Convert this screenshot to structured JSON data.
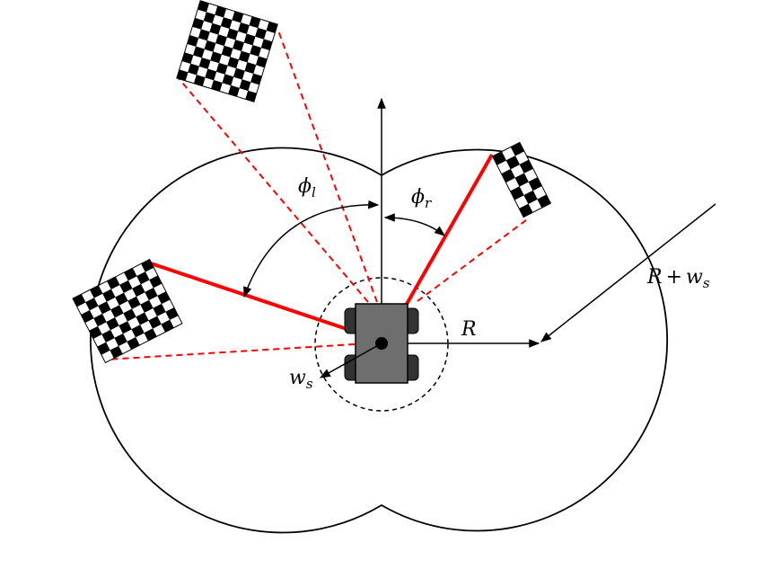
{
  "labels": {
    "phi_left": {
      "base": "ϕ",
      "sub": "l"
    },
    "phi_right": {
      "base": "ϕ",
      "sub": "r"
    },
    "radius": "R",
    "radius_plus": {
      "base": "R",
      "op": "+",
      "w": "w",
      "sub": "s"
    },
    "wheel_offset": {
      "base": "w",
      "sub": "s"
    }
  },
  "colors": {
    "line": "#000000",
    "highlight": "#ff0000",
    "robot_body": "#6e6e6e",
    "wheel": "#333333",
    "checker_dark": "#000000",
    "checker_light": "#ffffff"
  }
}
